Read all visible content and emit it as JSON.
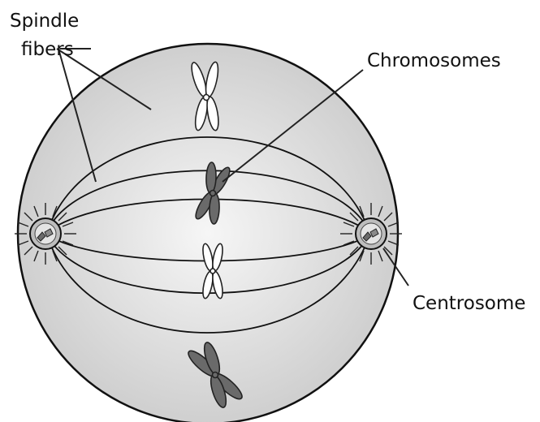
{
  "labels": {
    "spindle_line1": "Spindle",
    "spindle_line2": "fibers",
    "chromosomes": "Chromosomes",
    "centrosome": "Centrosome"
  },
  "colors": {
    "cell_light": "#f6f6f6",
    "cell_dark": "#cfcfcf",
    "chromosome_dark": "#6a6a6a",
    "chromosome_light": "#ffffff",
    "centrosome_fill": "#bdbdbd",
    "outline": "#111111"
  }
}
